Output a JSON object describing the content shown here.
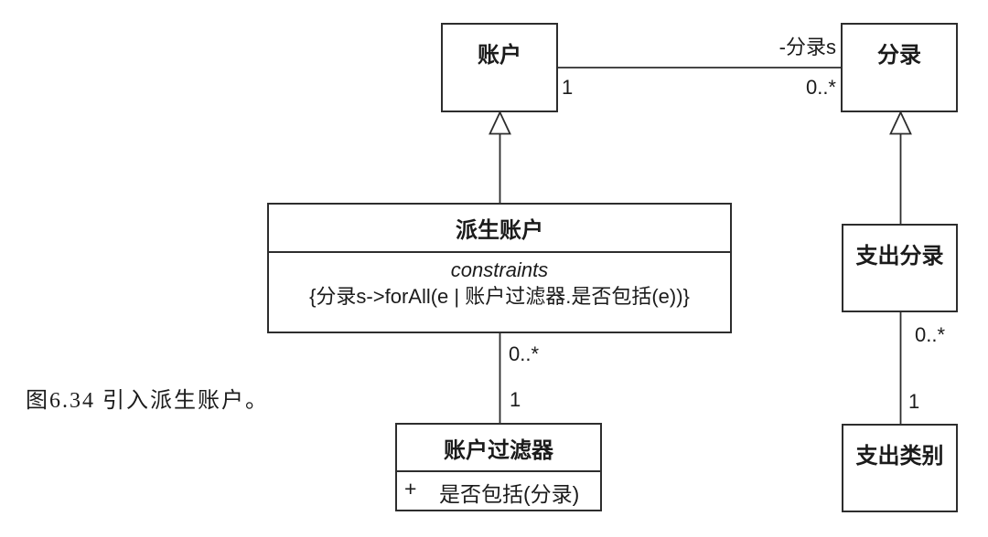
{
  "caption": "图6.34 引入派生账户。",
  "classes": {
    "account": {
      "name": "账户"
    },
    "entry": {
      "name": "分录"
    },
    "derived_account": {
      "name": "派生账户",
      "constraints_keyword": "constraints",
      "constraint_expression": "{分录s->forAll(e | 账户过滤器.是否包括(e))}"
    },
    "account_filter": {
      "name": "账户过滤器",
      "operation_visibility": "+",
      "operation_signature": "是否包括(分录)"
    },
    "expense_entry": {
      "name": "支出分录"
    },
    "expense_category": {
      "name": "支出类别"
    }
  },
  "associations": {
    "account_entry": {
      "role_label": "-分录s",
      "account_multiplicity": "1",
      "entry_multiplicity": "0..*"
    },
    "derived_filter": {
      "derived_multiplicity": "0..*",
      "filter_multiplicity": "1"
    },
    "entry_category": {
      "entry_multiplicity": "0..*",
      "category_multiplicity": "1"
    }
  },
  "colors": {
    "line": "#2d2d2d",
    "text": "#1b1b1b",
    "background": "#ffffff"
  }
}
